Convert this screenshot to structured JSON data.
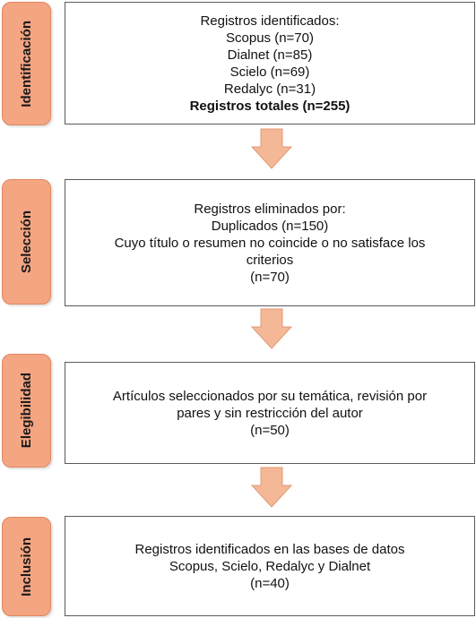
{
  "stages": [
    {
      "label": "Identificación"
    },
    {
      "label": "Selección"
    },
    {
      "label": "Elegibilidad"
    },
    {
      "label": "Inclusión"
    }
  ],
  "boxes": [
    {
      "lines": [
        "Registros identificados:",
        "Scopus (n=70)",
        "Dialnet (n=85)",
        "Scielo (n=69)",
        "Redalyc (n=31)"
      ],
      "total": "Registros totales (n=255)"
    },
    {
      "lines": [
        "Registros eliminados por:",
        "Duplicados (n=150)",
        "Cuyo título o resumen no coincide o no satisface los",
        "criterios",
        "(n=70)"
      ]
    },
    {
      "lines": [
        "Artículos seleccionados por su temática, revisión por",
        "pares y sin restricción del autor",
        "(n=50)"
      ]
    },
    {
      "lines": [
        "Registros identificados en las bases de datos",
        "Scopus, Scielo, Redalyc y Dialnet",
        "(n=40)"
      ]
    }
  ],
  "colors": {
    "stage_fill": "#f4a582",
    "arrow_fill": "#f4b896",
    "border": "#5a5a5a"
  }
}
